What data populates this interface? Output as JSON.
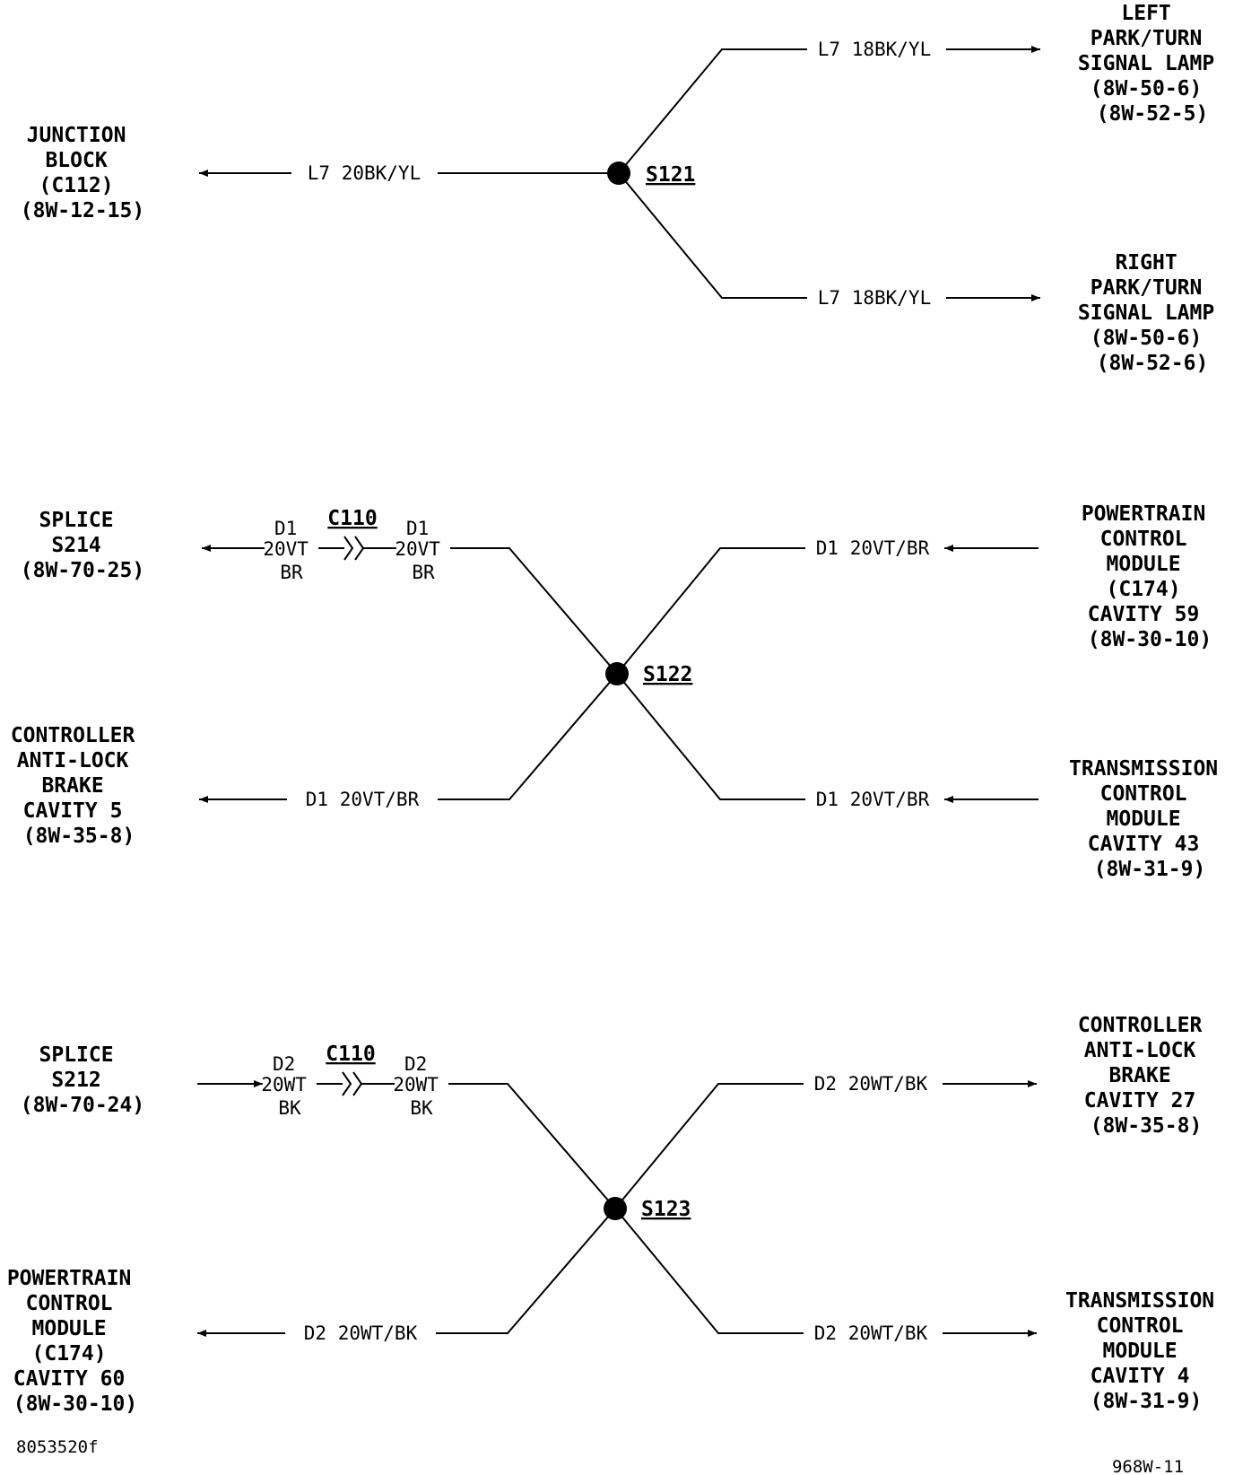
{
  "group1": {
    "left": [
      "JUNCTION",
      "BLOCK",
      "(C112)",
      "(8W-12-15)"
    ],
    "left_wire": "L7  20BK/YL",
    "splice": "S121",
    "top_wire": "L7  18BK/YL",
    "top_right": [
      "LEFT",
      "PARK/TURN",
      "SIGNAL LAMP",
      "(8W-50-6)",
      "(8W-52-5)"
    ],
    "bottom_wire": "L7  18BK/YL",
    "bottom_right": [
      "RIGHT",
      "PARK/TURN",
      "SIGNAL LAMP",
      "(8W-50-6)",
      "(8W-52-6)"
    ]
  },
  "group2": {
    "top_left": [
      "SPLICE",
      "S214",
      "(8W-70-25)"
    ],
    "connector": "C110",
    "conn_left": [
      "D1",
      "20VT",
      "BR"
    ],
    "conn_right": [
      "D1",
      "20VT",
      "BR"
    ],
    "splice": "S122",
    "top_right_wire": "D1  20VT/BR",
    "top_right": [
      "POWERTRAIN",
      "CONTROL",
      "MODULE",
      "(C174)",
      "CAVITY 59",
      "(8W-30-10)"
    ],
    "bottom_left": [
      "CONTROLLER",
      "ANTI-LOCK",
      "BRAKE",
      "CAVITY 5",
      "(8W-35-8)"
    ],
    "bottom_left_wire": "D1  20VT/BR",
    "bottom_right_wire": "D1  20VT/BR",
    "bottom_right": [
      "TRANSMISSION",
      "CONTROL",
      "MODULE",
      "CAVITY 43",
      "(8W-31-9)"
    ]
  },
  "group3": {
    "top_left": [
      "SPLICE",
      "S212",
      "(8W-70-24)"
    ],
    "connector": "C110",
    "conn_left": [
      "D2",
      "20WT",
      "BK"
    ],
    "conn_right": [
      "D2",
      "20WT",
      "BK"
    ],
    "splice": "S123",
    "top_right_wire": "D2  20WT/BK",
    "top_right": [
      "CONTROLLER",
      "ANTI-LOCK",
      "BRAKE",
      "CAVITY 27",
      "(8W-35-8)"
    ],
    "bottom_left": [
      "POWERTRAIN",
      "CONTROL",
      "MODULE",
      "(C174)",
      "CAVITY 60",
      "(8W-30-10)"
    ],
    "bottom_left_wire": "D2  20WT/BK",
    "bottom_right_wire": "D2  20WT/BK",
    "bottom_right": [
      "TRANSMISSION",
      "CONTROL",
      "MODULE",
      "CAVITY 4",
      "(8W-31-9)"
    ]
  },
  "footer": {
    "left_code": "8053520f",
    "right_code": "968W-11"
  }
}
